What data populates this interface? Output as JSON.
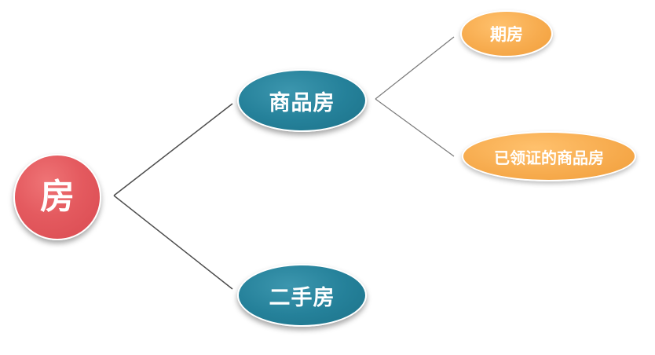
{
  "diagram": {
    "root": {
      "label": "房"
    },
    "branches": [
      {
        "label": "商品房",
        "children": [
          {
            "label": "期房"
          },
          {
            "label": "已领证的商品房"
          }
        ]
      },
      {
        "label": "二手房",
        "children": []
      }
    ]
  },
  "colors": {
    "root": "#e45a5f",
    "branch": "#25819a",
    "leaf": "#f7ac4f",
    "connector": "#4d4d4d",
    "text": "#ffffff",
    "background": "#ffffff"
  }
}
